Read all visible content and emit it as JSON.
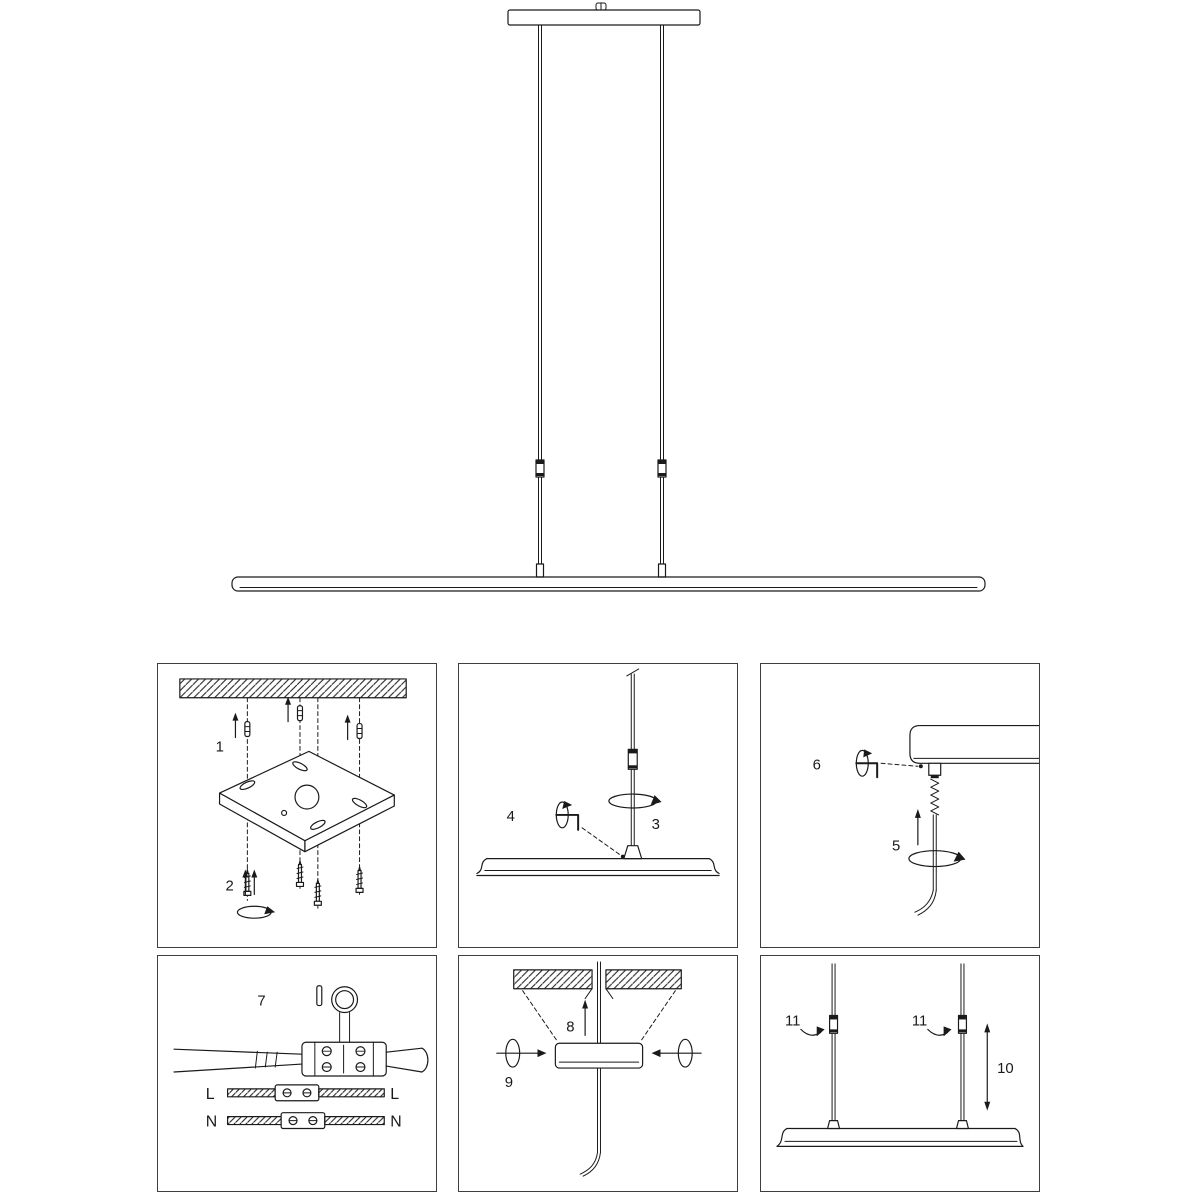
{
  "figure_type": "pendant-lamp-installation-diagram",
  "colors": {
    "line": "#1a1a1a",
    "background": "#ffffff",
    "panel_border": "#3f3f3f"
  },
  "steps": {
    "s1": "1",
    "s2": "2",
    "s3": "3",
    "s4": "4",
    "s5": "5",
    "s6": "6",
    "s7": "7",
    "s8": "8",
    "s9": "9",
    "s10": "10",
    "s11": "11"
  },
  "wiring": {
    "l_left": "L",
    "l_right": "L",
    "n_left": "N",
    "n_right": "N"
  }
}
